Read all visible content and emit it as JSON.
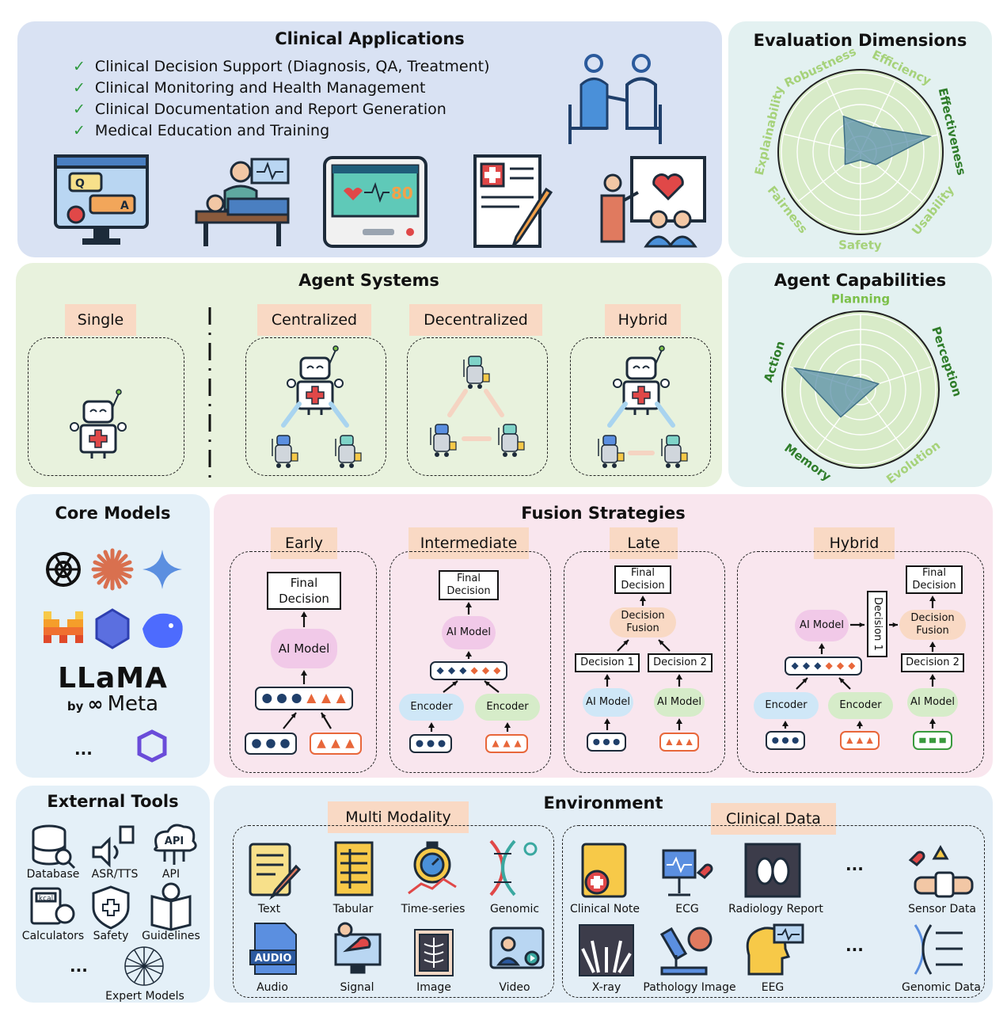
{
  "clinical": {
    "title": "Clinical Applications",
    "items": [
      "Clinical Decision Support (Diagnosis, QA, Treatment)",
      "Clinical Monitoring and Health Management",
      "Clinical Documentation and Report Generation",
      "Medical Education and Training"
    ],
    "monitor_value": "80"
  },
  "eval": {
    "title": "Evaluation Dimensions",
    "axes": [
      "Efficiency",
      "Effectiveness",
      "Usability",
      "Safety",
      "Fairness",
      "Explainability",
      "Robustness"
    ],
    "values": [
      0.35,
      0.9,
      0.25,
      0.1,
      0.25,
      0.2,
      0.5
    ]
  },
  "agents": {
    "title": "Agent Systems",
    "single": "Single",
    "centralized": "Centralized",
    "decentralized": "Decentralized",
    "hybrid": "Hybrid"
  },
  "caps": {
    "title": "Agent Capabilities",
    "axes": [
      "Planning",
      "Perception",
      "Evolution",
      "Memory",
      "Action"
    ],
    "values": [
      0.15,
      0.25,
      0.1,
      0.45,
      0.92
    ]
  },
  "core": {
    "title": "Core Models",
    "llama": "LLaMA",
    "by": "by",
    "meta": "Meta",
    "ellipsis": "..."
  },
  "fusion": {
    "title": "Fusion Strategies",
    "early": "Early",
    "intermediate": "Intermediate",
    "late": "Late",
    "hybrid": "Hybrid",
    "final_decision": "Final Decision",
    "ai_model": "AI Model",
    "encoder": "Encoder",
    "decision_fusion": "Decision Fusion",
    "decision1": "Decision 1",
    "decision2": "Decision 2"
  },
  "tools": {
    "title": "External Tools",
    "items": [
      "Database",
      "ASR/TTS",
      "API",
      "Calculators",
      "Safety",
      "Guidelines",
      "Expert Models"
    ],
    "api_icon": "API",
    "kcal_icon": "kcal",
    "ellipsis": "..."
  },
  "env": {
    "title": "Environment",
    "multi": "Multi Modality",
    "clinical_data": "Clinical Data",
    "modalities": [
      "Text",
      "Tabular",
      "Time-series",
      "Genomic",
      "Audio",
      "Signal",
      "Image",
      "Video"
    ],
    "audio_icon": "AUDIO",
    "clinical_items": [
      "Clinical Note",
      "ECG",
      "Radiology Report",
      "Sensor Data",
      "X-ray",
      "Pathology Image",
      "EEG",
      "Genomic Data"
    ],
    "ellipsis": "..."
  },
  "colors": {
    "clinical_bg": "#d9e2f3",
    "eval_bg": "#e3f1f1",
    "agents_bg": "#e8f2dd",
    "core_bg": "#e4f0f8",
    "fusion_bg": "#f9e6ee",
    "env_bg": "#e3eef6",
    "radar_fill": "#5a8fa8"
  }
}
